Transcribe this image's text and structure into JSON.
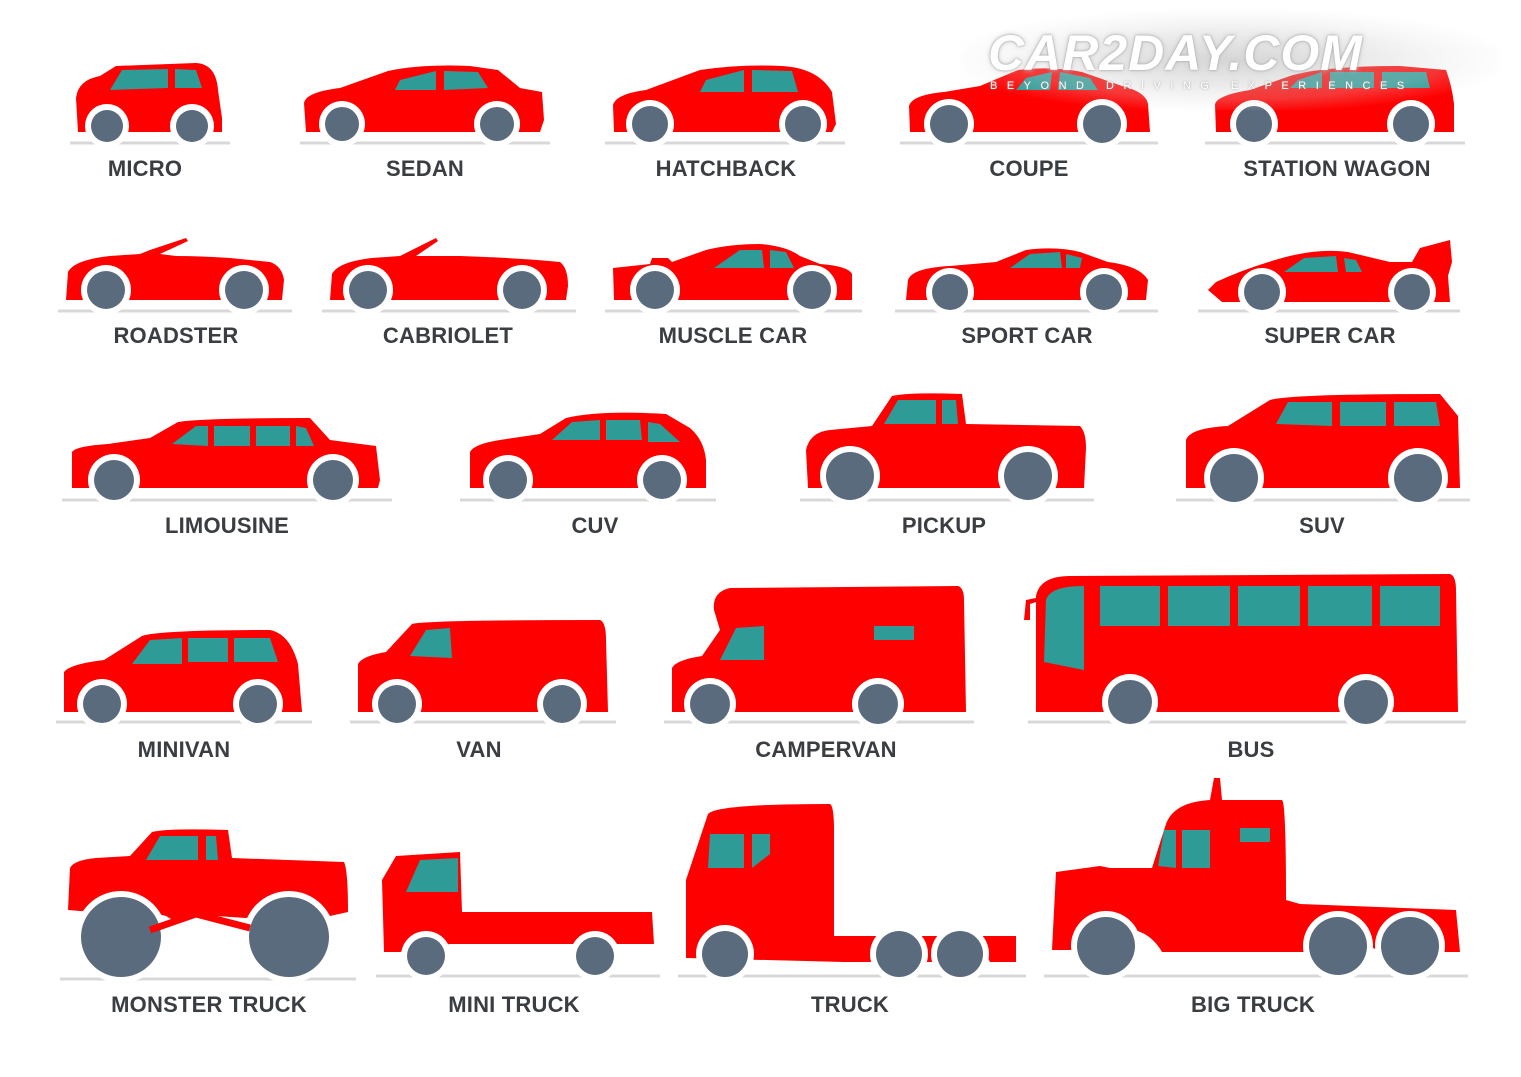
{
  "logo": {
    "text": "CAR2DAY.COM",
    "tagline": "BEYOND DRIVING EXPERIENCES"
  },
  "colors": {
    "body": "#ff0000",
    "window": "#2e9b97",
    "wheel": "#5a6b7e",
    "ground": "#d8d8d8",
    "label": "#3a3d42"
  },
  "vehicles": [
    "MICRO",
    "SEDAN",
    "HATCHBACK",
    "COUPE",
    "STATION WAGON",
    "ROADSTER",
    "CABRIOLET",
    "MUSCLE CAR",
    "SPORT CAR",
    "SUPER CAR",
    "LIMOUSINE",
    "CUV",
    "PICKUP",
    "SUV",
    "MINIVAN",
    "VAN",
    "CAMPERVAN",
    "BUS",
    "MONSTER TRUCK",
    "MINI TRUCK",
    "TRUCK",
    "BIG TRUCK"
  ]
}
